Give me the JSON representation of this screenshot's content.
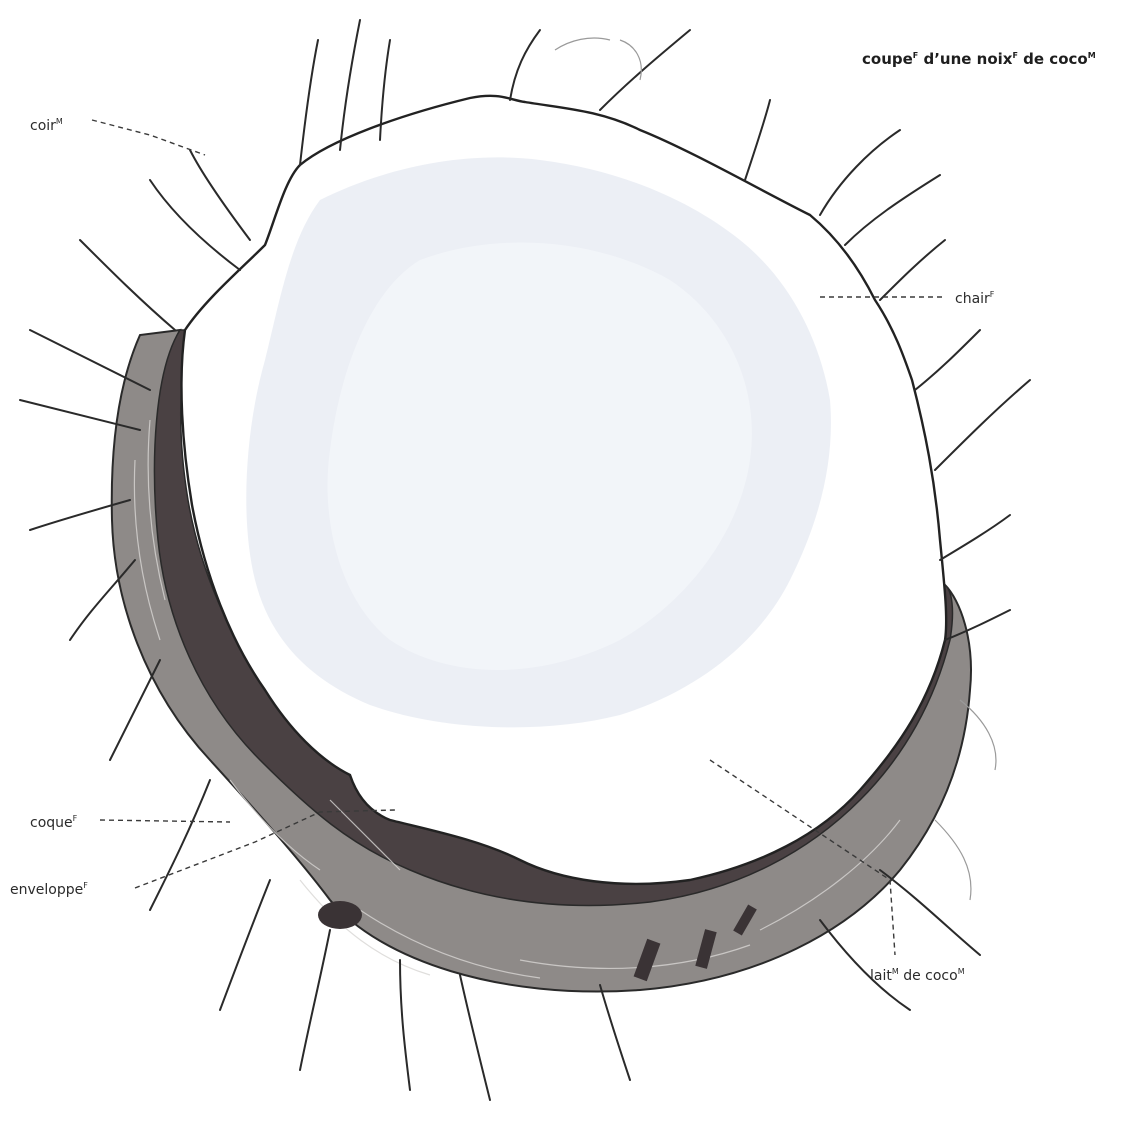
{
  "header": {
    "title": "coupe",
    "title_sup": "F",
    "title_mid": " d’une noix",
    "title_mid_sup": "F",
    "title_end": " de coco",
    "title_end_sup": "M"
  },
  "labels": {
    "coir": {
      "text": "coir",
      "sup": "M"
    },
    "chair": {
      "text": "chair",
      "sup": "F"
    },
    "coque": {
      "text": "coque",
      "sup": "F"
    },
    "enveloppe": {
      "text": "enveloppe",
      "sup": "F"
    },
    "lait": {
      "text": "lait",
      "sup": "M",
      "text2": " de  coco",
      "sup2": "M"
    }
  },
  "colors": {
    "husk_dark": "#4a4143",
    "husk_mid": "#8e8a88",
    "fiber": "#2a2a2a",
    "flesh": "#ffffff",
    "flesh_shadow": "#e6e9f2"
  }
}
